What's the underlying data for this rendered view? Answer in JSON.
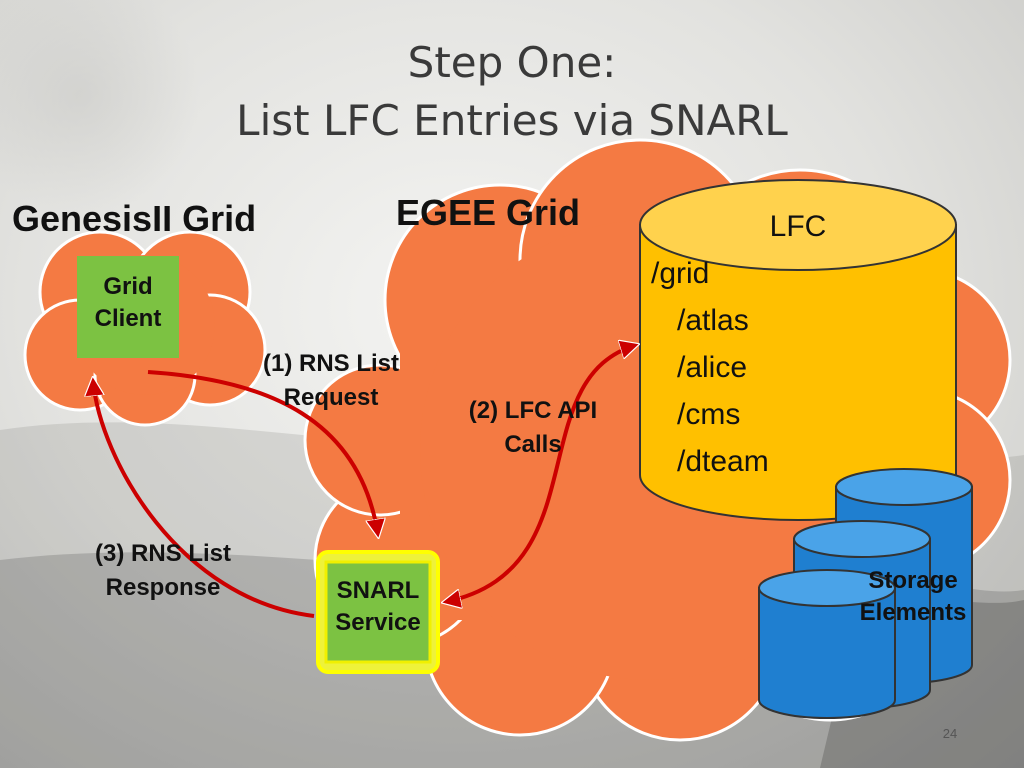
{
  "title": {
    "line1": "Step One:",
    "line2": "List LFC Entries via SNARL"
  },
  "grids": {
    "genesis": "GenesisII Grid",
    "egee": "EGEE Grid"
  },
  "grid_client": {
    "line1": "Grid",
    "line2": "Client"
  },
  "snarl_service": {
    "line1": "SNARL",
    "line2": "Service"
  },
  "lfc": {
    "label": "LFC",
    "entries": [
      "/grid",
      "/atlas",
      "/alice",
      "/cms",
      "/dteam"
    ]
  },
  "storage": {
    "line1": "Storage",
    "line2": "Elements"
  },
  "arrows": {
    "request": {
      "line1": "(1) RNS List",
      "line2": "Request"
    },
    "api": {
      "line1": "(2) LFC API",
      "line2": "Calls"
    },
    "response": {
      "line1": "(3) RNS List",
      "line2": "Response"
    }
  },
  "page_number": "24",
  "colors": {
    "cloud_fill": "#f47a43",
    "cloud_stroke": "#ffffff",
    "green_box": "#7cc242",
    "snarl_border": "#ffff00",
    "lfc_fill": "#ffc000",
    "storage_fill": "#1f7fd0",
    "arrow": "#cc0000"
  }
}
